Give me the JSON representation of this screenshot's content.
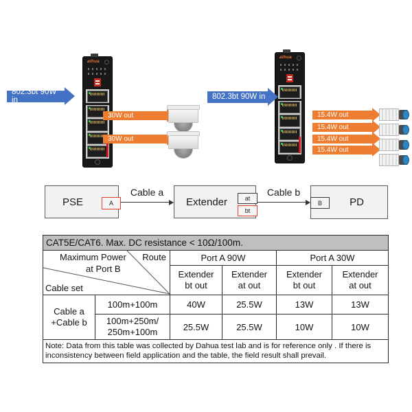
{
  "scene_left": {
    "input": "802.3bt  90W in",
    "outputs": [
      "30W out",
      "30W out"
    ]
  },
  "scene_right": {
    "input": "802.3bt  90W in",
    "outputs": [
      "15.4W out",
      "15.4W out",
      "15.4W out",
      "15.4W out"
    ]
  },
  "device": {
    "brand": "alhua"
  },
  "flow": {
    "pse": "PSE",
    "port_a": "A",
    "cable_a": "Cable a",
    "extender": "Extender",
    "port_at": "at",
    "port_bt": "bt",
    "cable_b": "Cable b",
    "port_b": "B",
    "pd": "PD"
  },
  "table": {
    "title": "CAT5E/CAT6. Max. DC resistance < 10Ω/100m.",
    "diag": {
      "top": "Maximum Power",
      "route": "Route",
      "mid": "at Port B",
      "bottom": "Cable set"
    },
    "groups": [
      "Port A 90W",
      "Port A 30W"
    ],
    "subheads": [
      "Extender\nbt out",
      "Extender\nat out",
      "Extender\nbt out",
      "Extender\nat out"
    ],
    "cable_set": "Cable a\n+Cable b",
    "rows": [
      {
        "route": "100m+100m",
        "values": [
          "40W",
          "25.5W",
          "13W",
          "13W"
        ]
      },
      {
        "route": "100m+250m/\n250m+100m",
        "values": [
          "25.5W",
          "25.5W",
          "10W",
          "10W"
        ]
      }
    ],
    "note": "Note: Data from this table was collected by Dahua test lab and is for reference only . If there is inconsistency between field application and the table, the field result shall prevail."
  },
  "colors": {
    "blue": "#4472C4",
    "orange": "#ED7D31",
    "red": "#E03C31"
  }
}
